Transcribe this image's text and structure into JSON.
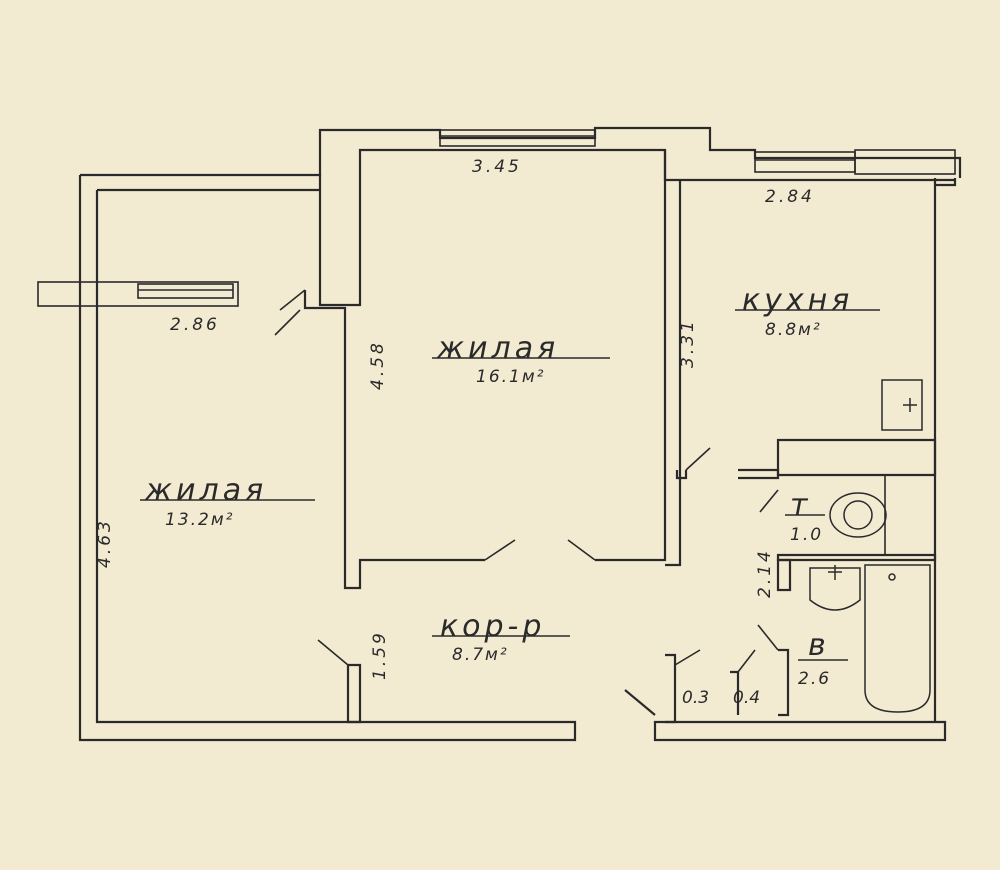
{
  "rooms": {
    "living_1": {
      "name": "жилая",
      "area": "16.1м²"
    },
    "living_2": {
      "name": "жилая",
      "area": "13.2м²"
    },
    "kitchen": {
      "name": "кухня",
      "area": "8.8м²"
    },
    "corridor": {
      "name": "кор-р",
      "area": "8.7м²"
    },
    "toilet": {
      "name": "т",
      "area": "1.0"
    },
    "bath": {
      "name": "в",
      "area": "2.6"
    }
  },
  "dimensions": {
    "living_1_width": "3.45",
    "kitchen_width": "2.84",
    "living_2_width": "2.86",
    "living_1_depth": "4.58",
    "kitchen_depth": "3.31",
    "living_2_depth": "4.63",
    "corridor_depth": "1.59",
    "bath_depth": "2.14",
    "niche_1": "0.3",
    "niche_2": "0.4"
  }
}
